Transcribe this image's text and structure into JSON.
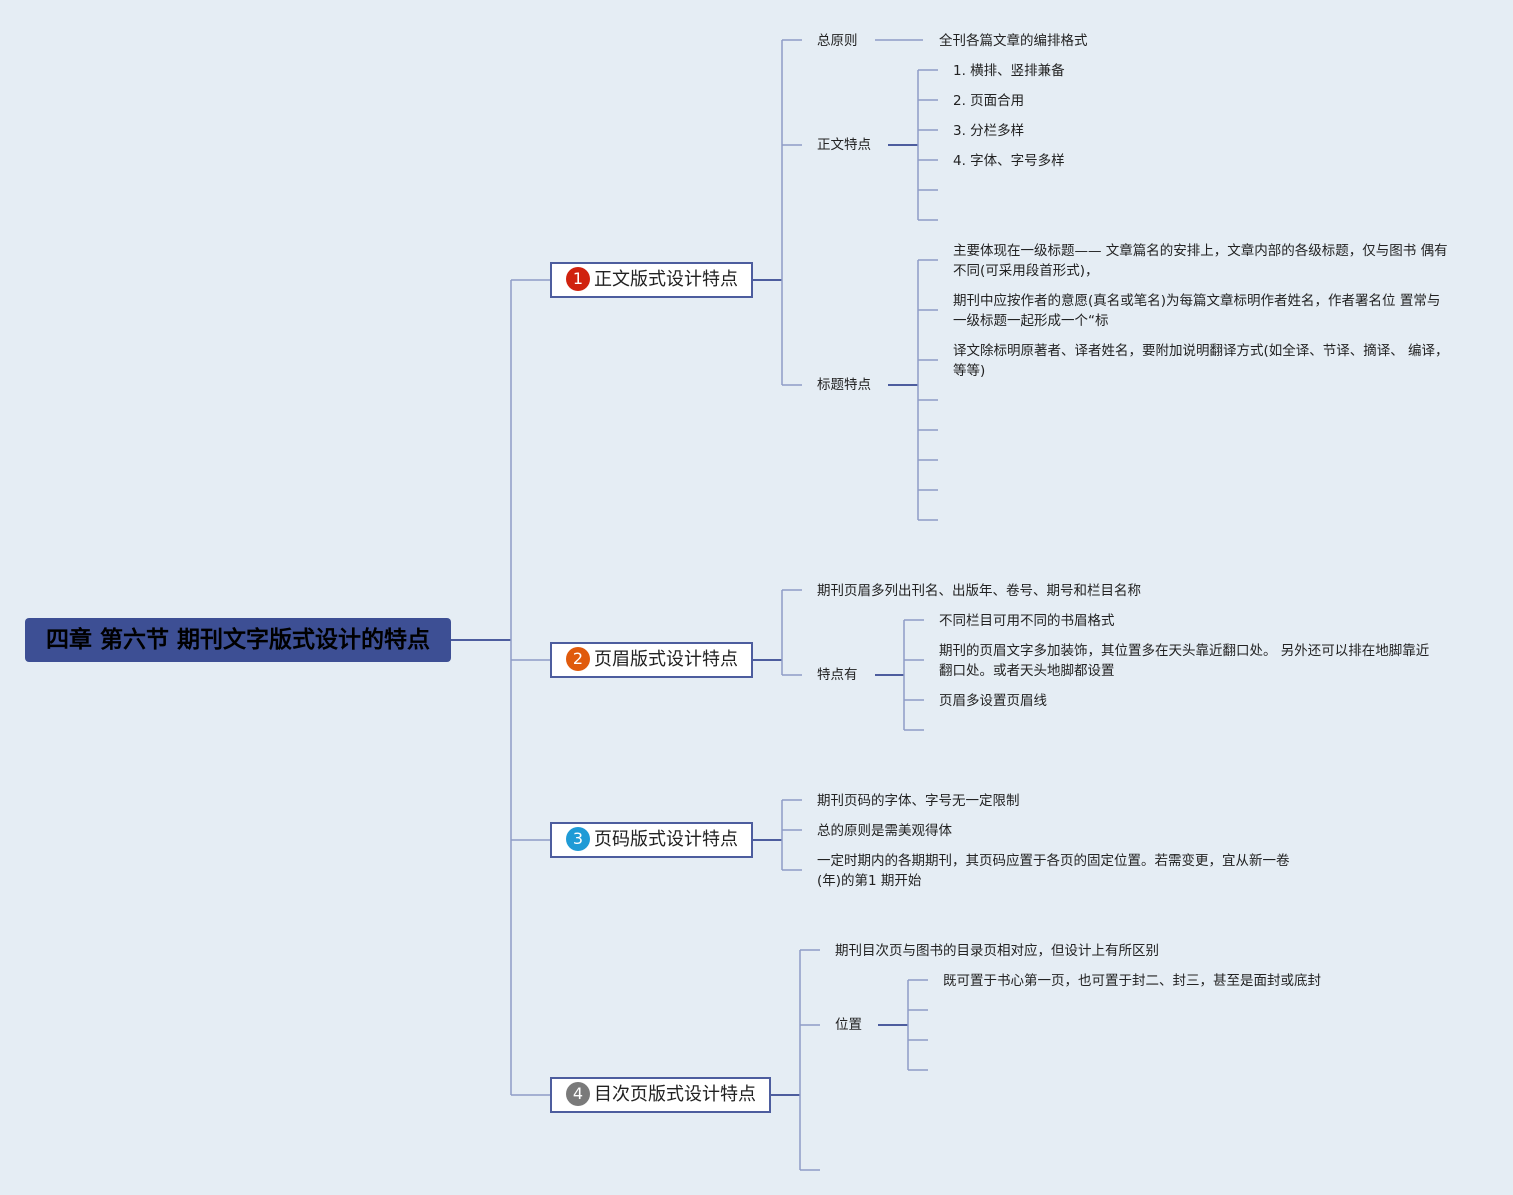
{
  "root": {
    "title": "四章 第六节 期刊文字版式设计的特点"
  },
  "colors": {
    "root_bg": "#3d4f94",
    "line": "#4d5d9e",
    "badge1": "#d0220e",
    "badge2": "#e05a0c",
    "badge3": "#1f9bd6",
    "badge4": "#7a7a7a"
  },
  "branches": [
    {
      "num": "1",
      "label": "正文版式设计特点",
      "children": [
        {
          "label": "总原则",
          "children": [
            "全刊各篇文章的编排格式"
          ]
        },
        {
          "label": "正文特点",
          "children": [
            "1. 横排、竖排兼备",
            "2. 页面合用",
            "3. 分栏多样",
            "4. 字体、字号多样"
          ]
        },
        {
          "label": "标题特点",
          "children": [
            "主要体现在一级标题—— 文章篇名的安排上，文章内部的各级标题，仅与图书 偶有不同(可采用段首形式)，",
            "期刊中应按作者的意愿(真名或笔名)为每篇文章标明作者姓名，作者署名位 置常与一级标题一起形成一个“标",
            "译文除标明原著者、译者姓名，要附加说明翻译方式(如全译、节译、摘译、 编译，等等)"
          ]
        }
      ]
    },
    {
      "num": "2",
      "label": "页眉版式设计特点",
      "children": [
        {
          "label": "期刊页眉多列出刊名、出版年、卷号、期号和栏目名称"
        },
        {
          "label": "特点有",
          "children": [
            "不同栏目可用不同的书眉格式",
            "期刊的页眉文字多加装饰，其位置多在天头靠近翻口处。 另外还可以排在地脚靠近翻口处。或者天头地脚都设置",
            "页眉多设置页眉线"
          ]
        }
      ]
    },
    {
      "num": "3",
      "label": "页码版式设计特点",
      "children": [
        {
          "label": "期刊页码的字体、字号无一定限制"
        },
        {
          "label": "总的原则是需美观得体"
        },
        {
          "label": "一定时期内的各期期刊，其页码应置于各页的固定位置。若需变更，宜从新一卷(年)的第1 期开始"
        }
      ]
    },
    {
      "num": "4",
      "label": "目次页版式设计特点",
      "children": [
        {
          "label": "期刊目次页与图书的目录页相对应，但设计上有所区别"
        },
        {
          "label": "位置",
          "children": [
            "既可置于书心第一页，也可置于封二、封三，甚至是面封或底封"
          ]
        }
      ]
    }
  ]
}
